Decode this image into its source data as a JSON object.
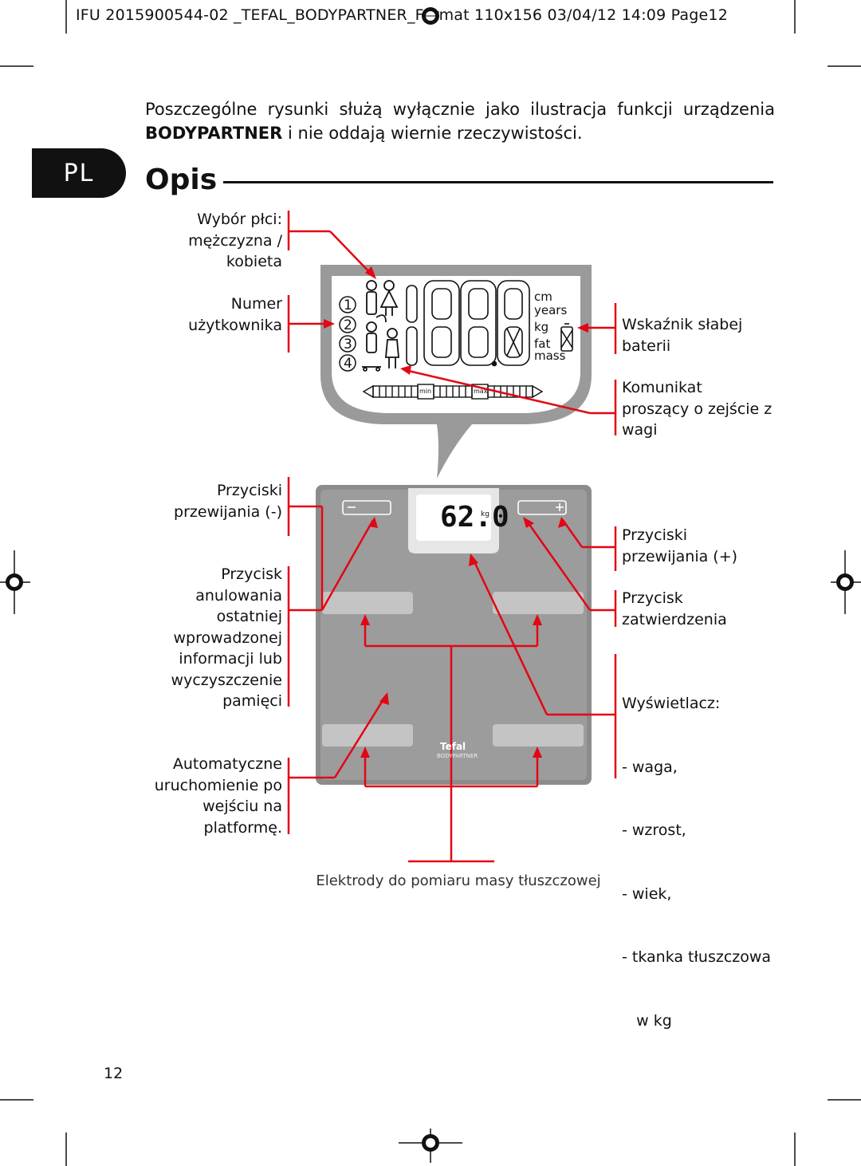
{
  "header": {
    "text": "IFU 2015900544-02 _TEFAL_BODYPARTNER_Format 110x156  03/04/12  14:09  Page12"
  },
  "intro": {
    "text_1": "Poszczególne rysunki służą wyłącznie jako ilustracja funkcji urządzenia",
    "brand": "BODYPARTNER",
    "text_2": " i nie oddają wiernie rzeczywistości."
  },
  "language_badge": "PL",
  "section_title": "Opis",
  "display": {
    "units": [
      "cm",
      "years",
      "kg",
      "fat",
      "mass"
    ],
    "bar_min": "min",
    "bar_max": "max",
    "scale_reading": "62.0",
    "scale_unit": "kg"
  },
  "brand_logo": {
    "name": "Tefal",
    "product": "BODYPARTNER"
  },
  "labels_left": {
    "gender": [
      "Wybór płci:",
      "mężczyzna /",
      "kobieta"
    ],
    "user_number": [
      "Numer",
      "użytkownika"
    ],
    "scroll_minus": [
      "Przyciski",
      "przewijania (-)"
    ],
    "cancel": [
      "Przycisk",
      "anulowania",
      "ostatniej",
      "wprowadzonej",
      "informacji lub",
      "wyczyszczenie",
      "pamięci"
    ],
    "auto_on": [
      "Automatyczne",
      "uruchomienie po",
      "wejściu na",
      "platformę."
    ]
  },
  "labels_right": {
    "low_battery": [
      "Wskaźnik słabej",
      "baterii"
    ],
    "step_off": [
      "Komunikat",
      "proszący o zejście z",
      "wagi"
    ],
    "scroll_plus": [
      "Przyciski",
      "przewijania (+)"
    ],
    "confirm": [
      "Przycisk",
      "zatwierdzenia"
    ],
    "display_list": [
      "Wyświetlacz:",
      "- waga,",
      "- wzrost,",
      "- wiek,",
      "- tkanka tłuszczowa",
      "   w kg"
    ]
  },
  "caption": "Elektrody do pomiaru masy tłuszczowej",
  "page_number": "12",
  "colors": {
    "accent_red": "#e30613",
    "scale_gray": "#9a9a9a",
    "frame_gray": "#8c8c8c"
  }
}
